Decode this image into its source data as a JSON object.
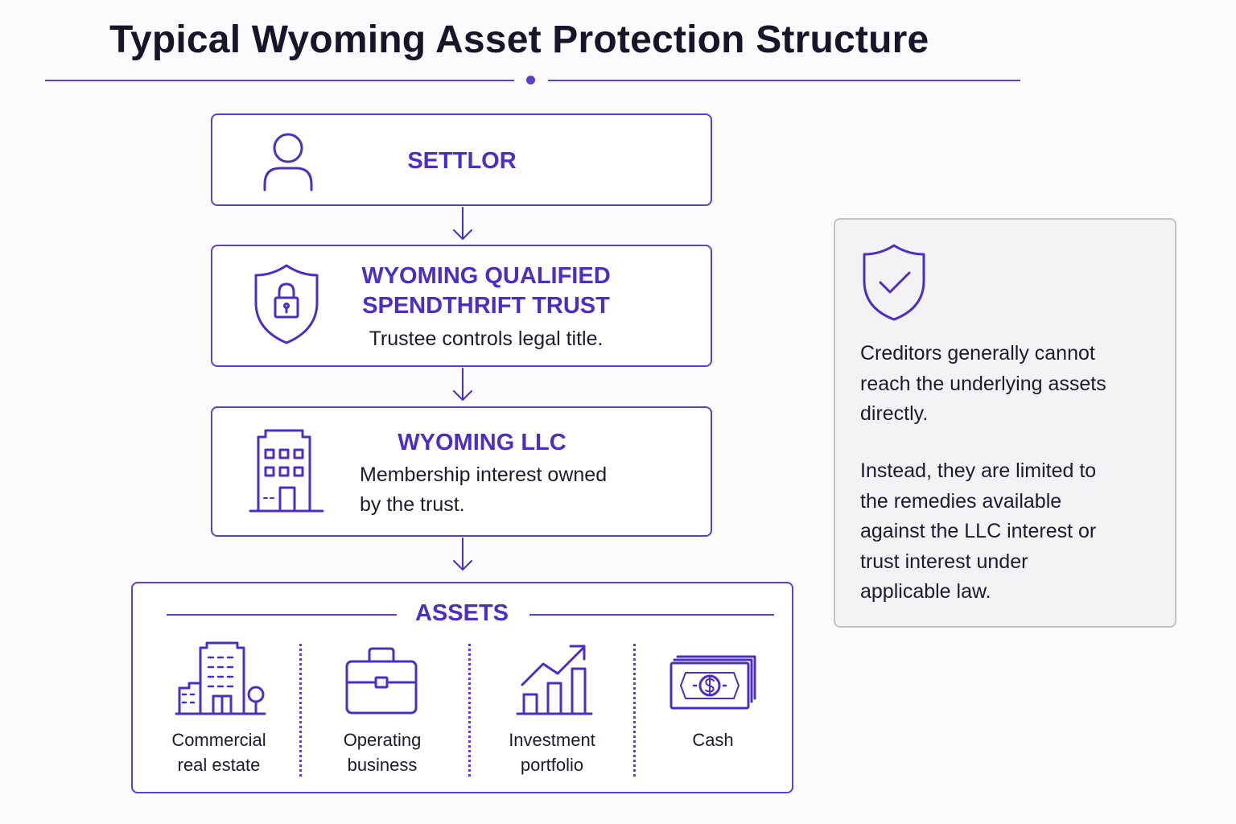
{
  "title": "Typical Wyoming Asset Protection Structure",
  "colors": {
    "accent": "#5b3fd0",
    "heading": "#4b2fc4",
    "note_border": "#c4c4c8",
    "note_bg": "#f3f3f5"
  },
  "settlor": {
    "heading": "SETTLOR",
    "icon": "person-icon"
  },
  "trust": {
    "heading_line1": "WYOMING QUALIFIED",
    "heading_line2": "SPENDTHRIFT TRUST",
    "description": "Trustee controls legal title.",
    "icon": "shield-lock-icon"
  },
  "llc": {
    "heading": "WYOMING LLC",
    "description_line1": "Membership interest owned",
    "description_line2": "by the trust.",
    "icon": "building-icon"
  },
  "assets": {
    "heading": "ASSETS",
    "items": [
      {
        "line1": "Commercial",
        "line2": "real estate",
        "icon": "commercial-building-icon"
      },
      {
        "line1": "Operating",
        "line2": "business",
        "icon": "briefcase-icon"
      },
      {
        "line1": "Investment",
        "line2": "portfolio",
        "icon": "growth-chart-icon"
      },
      {
        "line1": "Cash",
        "line2": "",
        "icon": "banknotes-icon"
      }
    ]
  },
  "note": {
    "icon": "shield-check-icon",
    "paragraph1": [
      "Creditors generally cannot",
      "reach the underlying assets",
      "directly."
    ],
    "paragraph2": [
      "Instead, they are limited to",
      "the remedies available",
      "against the LLC interest or",
      "trust interest under",
      "applicable law."
    ]
  }
}
